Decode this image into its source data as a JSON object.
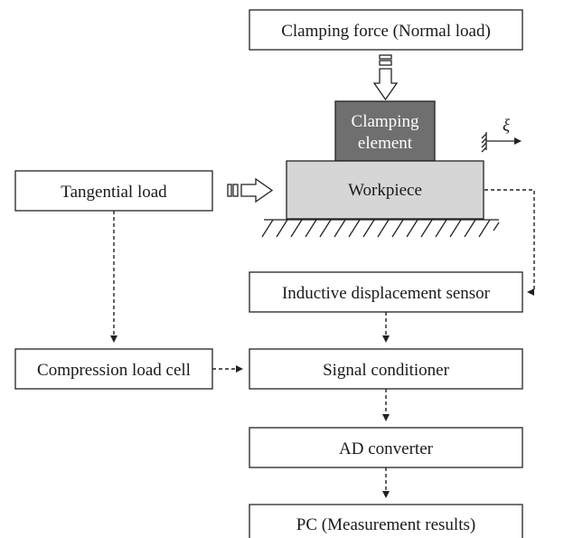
{
  "boxes": {
    "clamping_force": "Clamping force (Normal load)",
    "clamping_element_line1": "Clamping",
    "clamping_element_line2": "element",
    "workpiece": "Workpiece",
    "tangential_load": "Tangential load",
    "displacement_sensor": "Inductive displacement sensor",
    "compression_load_cell": "Compression load cell",
    "signal_conditioner": "Signal conditioner",
    "ad_converter": "AD converter",
    "pc": "PC (Measurement results)"
  },
  "symbols": {
    "xi": "ξ"
  },
  "colors": {
    "clamping_element_fill": "#6f6f6f",
    "workpiece_fill": "#d6d6d6",
    "line": "#222222"
  }
}
